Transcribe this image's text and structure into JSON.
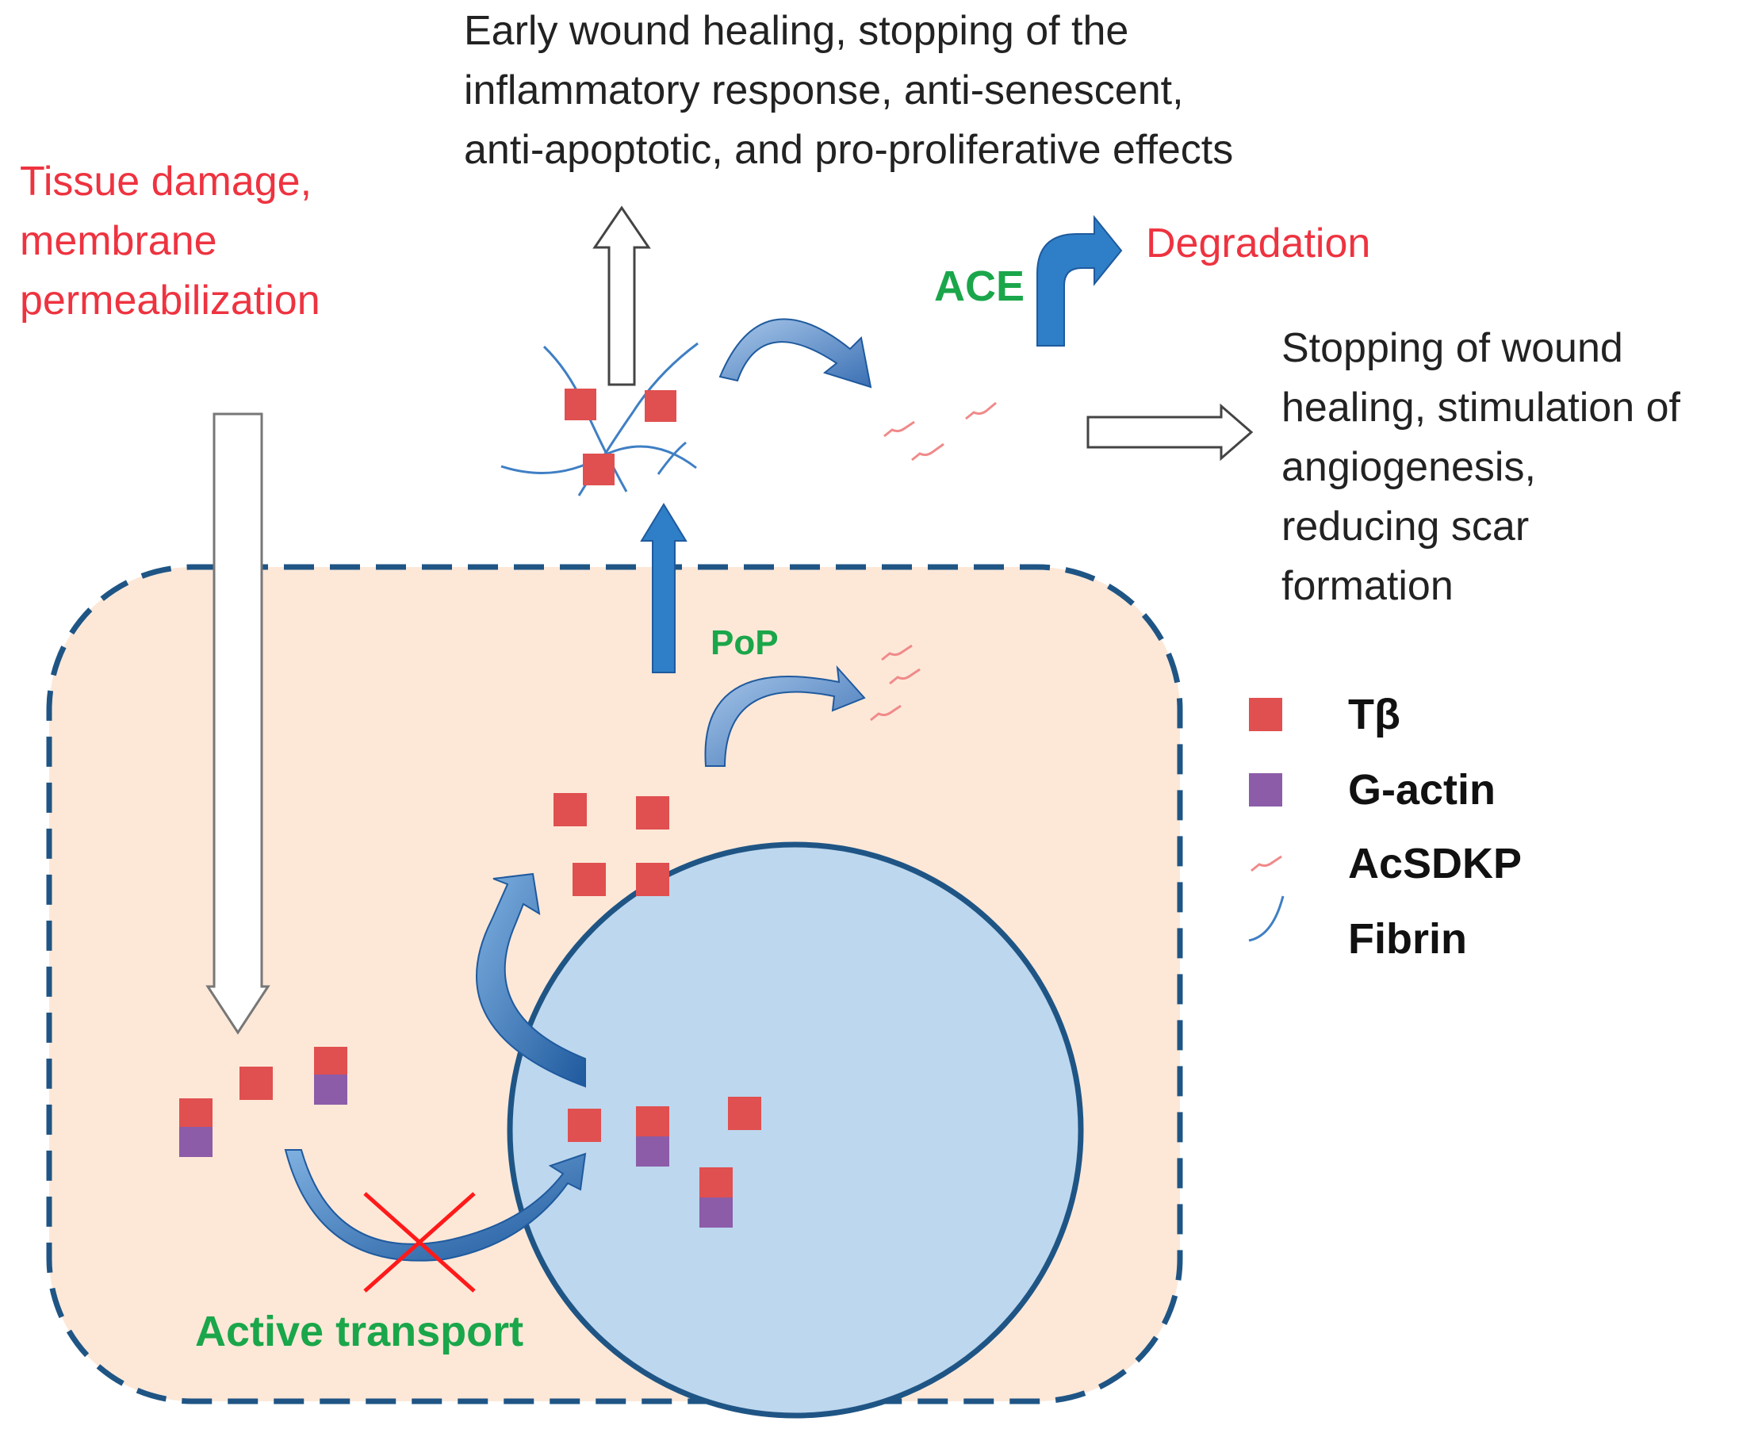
{
  "outcome_top": {
    "lines": [
      "Early wound healing, stopping of the",
      "inflammatory response, anti-senescent,",
      "anti-apoptotic, and pro-proliferative effects"
    ]
  },
  "trigger": {
    "lines": [
      "Tissue damage,",
      "membrane",
      "permeabilization"
    ]
  },
  "ace": {
    "enzyme": "ACE",
    "result": "Degradation"
  },
  "outcome_right": {
    "lines": [
      "Stopping of wound",
      "healing, stimulation of",
      "angiogenesis,",
      "reducing scar",
      "formation"
    ]
  },
  "pop": {
    "label": "PoP"
  },
  "transport": {
    "label": "Active transport"
  },
  "legend": {
    "items": [
      {
        "label": "Tβ",
        "symbol": "square",
        "color": "#e05050"
      },
      {
        "label": "G-actin",
        "symbol": "square",
        "color": "#8c5ca8"
      },
      {
        "label": "AcSDKP",
        "symbol": "squiggle",
        "color": "#f08a8a"
      },
      {
        "label": "Fibrin",
        "symbol": "curve",
        "color": "#3f7fc4"
      }
    ]
  },
  "colors": {
    "cell_fill": "#fde8d8",
    "cell_border": "#1f5585",
    "nucleus_fill": "#bdd7ee",
    "nucleus_border": "#1f5585",
    "arrow_blue": "#2e7fc7",
    "t_beta": "#e05050",
    "g_actin": "#8c5ca8",
    "acsdkp": "#f08a8a",
    "fibrin": "#3f7fc4",
    "red_text": "#ee3340",
    "green_text": "#1aa64a"
  }
}
